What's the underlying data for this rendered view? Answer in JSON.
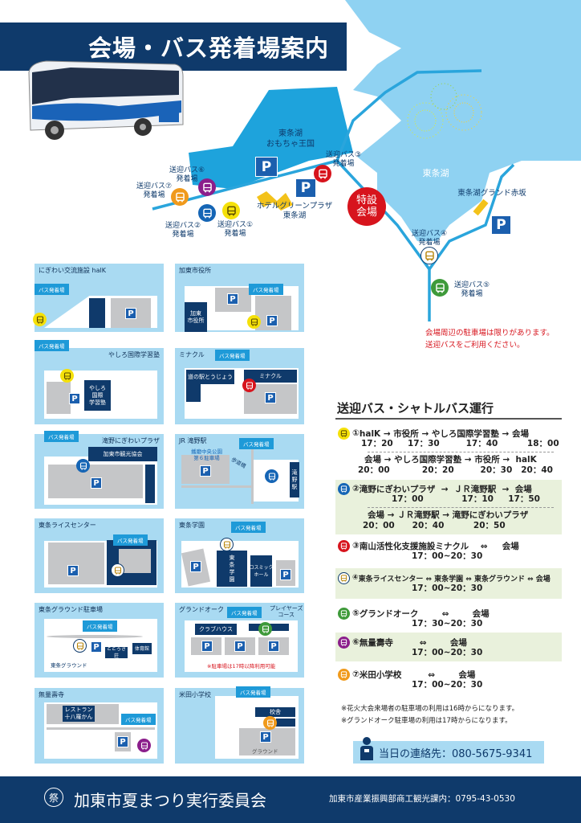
{
  "title": "会場・バス発着場案内",
  "colors": {
    "navy": "#0f3a6b",
    "light_blue": "#a9daf2",
    "lake": "#7ccaf0",
    "route1": "#f5e10a",
    "route2": "#1565b5",
    "route3": "#d7141d",
    "route4": "#ffffff",
    "route5": "#3e9a3a",
    "route6": "#8b1e8b",
    "route7": "#f09a1c",
    "venue": "#d7141d"
  },
  "map": {
    "toy_kingdom": "東条湖\nおもちゃ王国",
    "lake": "東条湖",
    "hotel": "ホテルグリーンプラザ\n東条湖",
    "venue": "特設\n会場",
    "grand_akasaka": "東条湖グランド赤坂",
    "parking": "P",
    "stops": {
      "s1": "送迎バス①\n発着場",
      "s2": "送迎バス②\n発着場",
      "s3": "送迎バス③\n発着場",
      "s4": "送迎バス④\n発着場",
      "s5": "送迎バス⑤\n発着場",
      "s6": "送迎バス⑥\n発着場",
      "s7": "送迎バス⑦\n発着場"
    },
    "notice": [
      "会場周辺の駐車場は限りがあります。",
      "送迎バスをご利用ください。"
    ]
  },
  "panels": {
    "callout": "バス発着場",
    "p": "P",
    "halk": {
      "title": "にぎわい交流施設 halK"
    },
    "cityhall": {
      "title": "加東市役所",
      "building": "加東\n市役所"
    },
    "yashiro": {
      "title": "やしろ国際学習塾",
      "building": "やしろ\n国際\n学習塾"
    },
    "minakuru": {
      "title": "ミナクル",
      "b1": "道の駅とうじょう",
      "b2": "ミナクル"
    },
    "takino_plaza": {
      "title": "滝野にぎわいプラザ",
      "building": "加東市観光協会"
    },
    "jr_takino": {
      "title": "JR 滝野駅",
      "lot": "播磨中央公園\n第６駐車場",
      "walkway": "歩道橋",
      "station": "滝\n野\n駅"
    },
    "rice_center": {
      "title": "東条ライスセンター"
    },
    "tojo_gakuen": {
      "title": "東条学園",
      "b1": "東\n条\n学\n園",
      "b2": "コスミック\nホール"
    },
    "tojo_ground": {
      "title": "東条グラウンド駐車場",
      "ground": "東条グラウンド",
      "b1": "とどろき荘",
      "b2": "体育館"
    },
    "grand_oak": {
      "title": "グランドオーク",
      "course": "プレイヤーズ\nコース",
      "clubhouse": "クラブハウス",
      "note": "※駐車場は17時以降利用可能"
    },
    "muryojuji": {
      "title": "無量壽寺",
      "restaurant": "レストラン\n十八羅かん"
    },
    "yoneda": {
      "title": "米田小学校",
      "school": "校舎",
      "ground": "グラウンド"
    }
  },
  "schedule": {
    "title": "送迎バス・シャトルバス運行",
    "routes": [
      {
        "num": "①",
        "stops_out": "halK → 市役所 → やしろ国際学習塾 → 会場",
        "times_out": "17：20     17：30         17：40          18：00",
        "stops_back": "会場 → やしろ国際学習塾 → 市役所 →  halK",
        "times_back": "20：00           20：20         20：30   20：40"
      },
      {
        "num": "②",
        "stops_out": "滝野にぎわいプラザ  →  ＪＲ滝野駅  →  会場",
        "times_out": "17：00             17：10     17：50",
        "stops_back": "会場 → ＪＲ滝野駅 → 滝野にぎわいプラザ",
        "times_back": "20：00      20：40          20：50"
      },
      {
        "num": "③",
        "stops": "南山活性化支援施設ミナクル    ⇔     会場",
        "times": "17：00~20：30"
      },
      {
        "num": "④",
        "stops": "東条ライスセンター ⇔ 東条学園 ⇔ 東条グラウンド ⇔ 会場",
        "times": "17：00~20：30"
      },
      {
        "num": "⑤",
        "stops": "グランドオーク        ⇔        会場",
        "times": "17：30~20：30"
      },
      {
        "num": "⑥",
        "stops": "無量壽寺         ⇔        会場",
        "times": "17：00~20：30"
      },
      {
        "num": "⑦",
        "stops": "米田小学校         ⇔        会場",
        "times": "17：00~20：30"
      }
    ],
    "notes": [
      "※花火大会来場者の駐車場の利用は16時からになります。",
      "※グランドオーク駐車場の利用は17時からになります。"
    ]
  },
  "contact": "当日の連絡先：080-5675-9341",
  "footer": {
    "logo_text": "祭",
    "org": "加東市夏まつり実行委員会",
    "office": "加東市産業振興部商工観光課内：0795-43-0530"
  }
}
